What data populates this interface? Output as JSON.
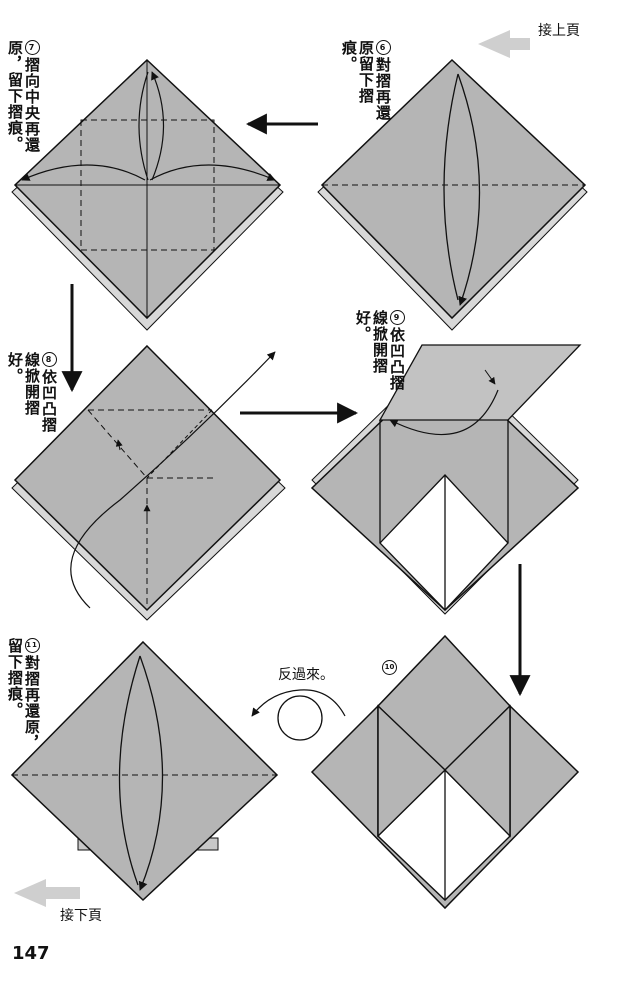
{
  "nav": {
    "continue_from": "接上頁",
    "continue_to": "接下頁"
  },
  "page_number": "147",
  "steps": [
    {
      "num": "7",
      "text": "摺向中央再還原，留下摺痕。"
    },
    {
      "num": "6",
      "text": "對摺再還原留下摺痕。"
    },
    {
      "num": "8",
      "text": "依凹凸摺線掀開摺好。"
    },
    {
      "num": "9",
      "text": "依凹凸摺線掀開摺好。"
    },
    {
      "num": "10",
      "text": ""
    },
    {
      "num": "11",
      "text": "對摺再還原，留下摺痕。"
    }
  ],
  "turn_over_label": "反過來。",
  "colors": {
    "paper": "#b5b5b5",
    "line": "#111111",
    "arrow_gray": "#c8c8c8",
    "white": "#ffffff"
  }
}
